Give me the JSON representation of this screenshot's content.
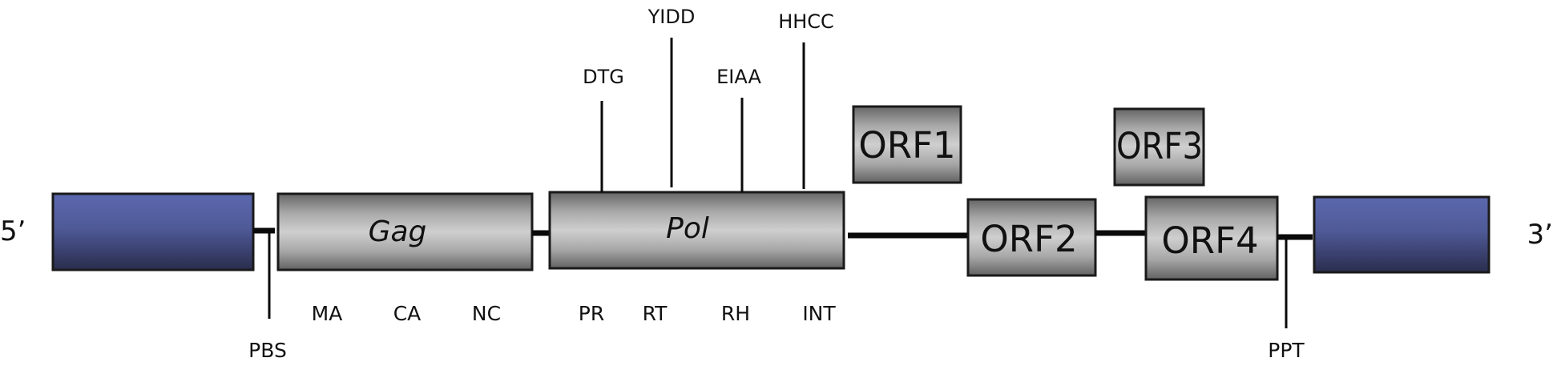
{
  "diagram": {
    "ends": {
      "five_prime": "5’",
      "three_prime": "3’"
    },
    "ltr_color_top": "#5a67ad",
    "ltr_color_bottom": "#2b2e50",
    "gene_color_mid": "#cccccc",
    "gene_color_edge": "#666666",
    "genes": [
      {
        "name": "Gag",
        "domains": [
          "MA",
          "CA",
          "NC"
        ]
      },
      {
        "name": "Pol",
        "domains": [
          "PR",
          "RT",
          "RH",
          "INT"
        ],
        "motifs": [
          "DTG",
          "YIDD",
          "EIAA",
          "HHCC"
        ]
      }
    ],
    "orfs": [
      "ORF1",
      "ORF2",
      "ORF3",
      "ORF4"
    ],
    "sites": {
      "pbs": "PBS",
      "ppt": "PPT"
    }
  }
}
